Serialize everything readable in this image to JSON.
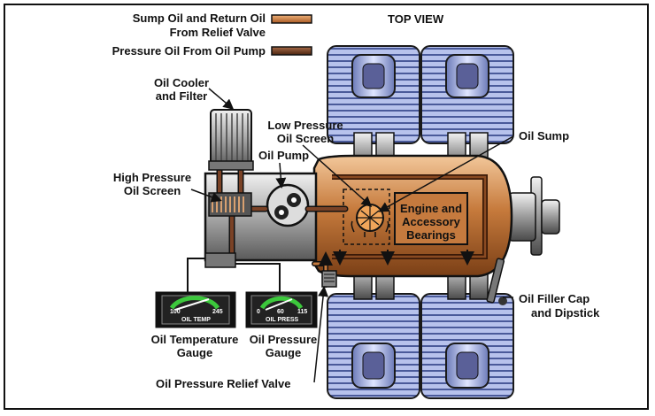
{
  "legend": {
    "sump_line1": "Sump Oil and Return Oil",
    "sump_line2": "From Relief Valve",
    "pressure": "Pressure Oil From Oil Pump"
  },
  "view_title": "TOP VIEW",
  "labels": {
    "oil_cooler_1": "Oil Cooler",
    "oil_cooler_2": "and Filter",
    "low_pressure_1": "Low Pressure",
    "low_pressure_2": "Oil Screen",
    "oil_sump": "Oil Sump",
    "oil_pump": "Oil Pump",
    "high_pressure_1": "High Pressure",
    "high_pressure_2": "Oil Screen",
    "bearings_1": "Engine and",
    "bearings_2": "Accessory",
    "bearings_3": "Bearings",
    "filler_1": "Oil Filler Cap",
    "filler_2": "and Dipstick",
    "temp_gauge_1": "Oil Temperature",
    "temp_gauge_2": "Gauge",
    "press_gauge_1": "Oil Pressure",
    "press_gauge_2": "Gauge",
    "relief_valve": "Oil Pressure Relief Valve"
  },
  "temp_gauge": {
    "scale_min": "100",
    "scale_max": "245",
    "caption": "OIL TEMP"
  },
  "press_gauge": {
    "scale_min": "0",
    "scale_mid": "60",
    "scale_max": "115",
    "caption": "OIL PRESS"
  },
  "colors": {
    "sump_oil": "#c8783a",
    "pressure_oil": "#6e3a1e",
    "cylinder": "#a8b4e0",
    "crankcase": "#b8692e",
    "gauge_green": "#3cc83c"
  }
}
